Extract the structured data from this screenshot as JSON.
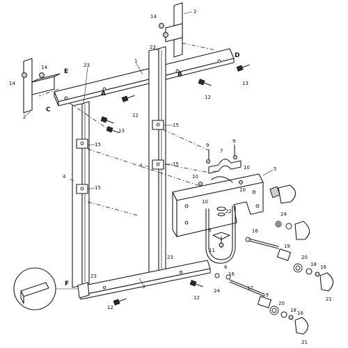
{
  "callouts": [
    {
      "id": "c1",
      "text": "1"
    },
    {
      "id": "c2a",
      "text": "2"
    },
    {
      "id": "c2b",
      "text": "2"
    },
    {
      "id": "c3",
      "text": "3"
    },
    {
      "id": "c4a",
      "text": "4"
    },
    {
      "id": "c4b",
      "text": "4"
    },
    {
      "id": "c5",
      "text": "5"
    },
    {
      "id": "c6",
      "text": "6"
    },
    {
      "id": "c7",
      "text": "7"
    },
    {
      "id": "c8",
      "text": "8"
    },
    {
      "id": "c9a",
      "text": "9"
    },
    {
      "id": "c9b",
      "text": "9"
    },
    {
      "id": "c10a",
      "text": "10"
    },
    {
      "id": "c10b",
      "text": "10"
    },
    {
      "id": "c10c",
      "text": "10"
    },
    {
      "id": "c10d",
      "text": "10"
    },
    {
      "id": "c11",
      "text": "11"
    },
    {
      "id": "c12a",
      "text": "12"
    },
    {
      "id": "c12b",
      "text": "12"
    },
    {
      "id": "c12c",
      "text": "12"
    },
    {
      "id": "c12d",
      "text": "12"
    },
    {
      "id": "c13a",
      "text": "13"
    },
    {
      "id": "c13b",
      "text": "13"
    },
    {
      "id": "c14a",
      "text": "14"
    },
    {
      "id": "c14b",
      "text": "14"
    },
    {
      "id": "c14c",
      "text": "14"
    },
    {
      "id": "c15a",
      "text": "15"
    },
    {
      "id": "c15b",
      "text": "15"
    },
    {
      "id": "c15c",
      "text": "15"
    },
    {
      "id": "c15d",
      "text": "15"
    },
    {
      "id": "c16a",
      "text": "16"
    },
    {
      "id": "c16b",
      "text": "16"
    },
    {
      "id": "c16c",
      "text": "16"
    },
    {
      "id": "c16d",
      "text": "16"
    },
    {
      "id": "c17",
      "text": "17"
    },
    {
      "id": "c18a",
      "text": "18"
    },
    {
      "id": "c18b",
      "text": "18"
    },
    {
      "id": "c19a",
      "text": "19"
    },
    {
      "id": "c19b",
      "text": "19"
    },
    {
      "id": "c20a",
      "text": "20"
    },
    {
      "id": "c20b",
      "text": "20"
    },
    {
      "id": "c21a",
      "text": "21"
    },
    {
      "id": "c21b",
      "text": "21"
    },
    {
      "id": "c22",
      "text": "22"
    },
    {
      "id": "c23a",
      "text": "23"
    },
    {
      "id": "c23b",
      "text": "23"
    },
    {
      "id": "c23c",
      "text": "23"
    },
    {
      "id": "c23d",
      "text": "23"
    },
    {
      "id": "c24a",
      "text": "24"
    },
    {
      "id": "c24b",
      "text": "24"
    }
  ],
  "letters": {
    "A": "A",
    "B": "B",
    "C": "C",
    "D": "D",
    "E": "E",
    "F": "F"
  }
}
